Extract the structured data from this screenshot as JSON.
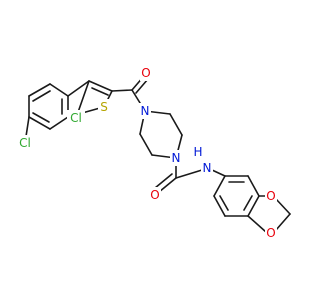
{
  "molecule": {
    "colors": {
      "bond": "#1a1a1a",
      "carbon": "#1a1a1a",
      "O": "#e8000b",
      "N": "#0019d6",
      "S": "#b5a400",
      "Cl": "#2fa82f"
    },
    "atoms": [
      {
        "id": "cl1",
        "label": "Cl",
        "element": "Cl"
      },
      {
        "id": "cl2",
        "label": "Cl",
        "element": "Cl"
      },
      {
        "id": "s1",
        "label": "S",
        "element": "S"
      },
      {
        "id": "o1",
        "label": "O",
        "element": "O"
      },
      {
        "id": "n1",
        "label": "N",
        "element": "N"
      },
      {
        "id": "n2",
        "label": "N",
        "element": "N"
      },
      {
        "id": "o2",
        "label": "O",
        "element": "O"
      },
      {
        "id": "nh",
        "label": "H",
        "element": "N"
      },
      {
        "id": "nh_n",
        "label": "N",
        "element": "N"
      },
      {
        "id": "o3",
        "label": "O",
        "element": "O"
      },
      {
        "id": "o4",
        "label": "O",
        "element": "O"
      }
    ]
  }
}
